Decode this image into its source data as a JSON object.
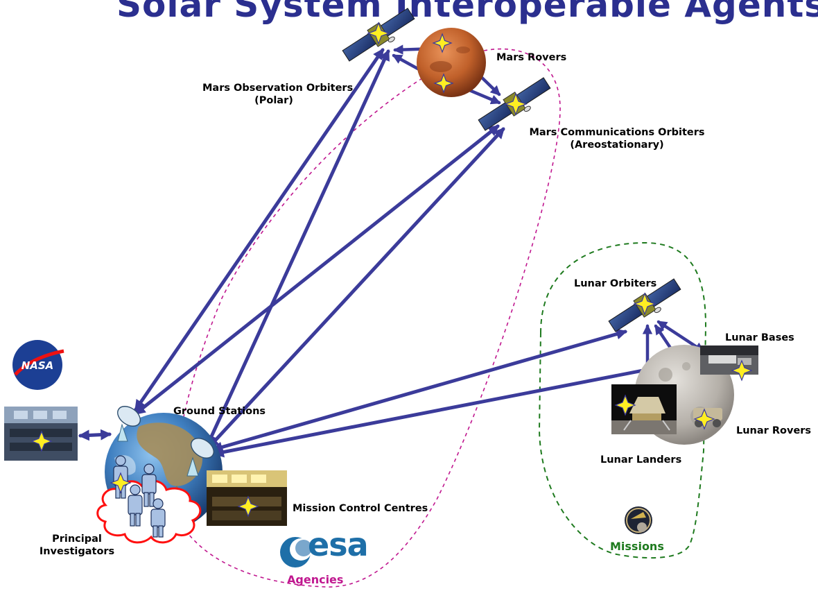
{
  "title": "Solar System Interoperable Agents",
  "labels": {
    "mars_rovers": "Mars Rovers",
    "mars_obs_orbiters_line1": "Mars Observation Orbiters",
    "mars_obs_orbiters_line2": "(Polar)",
    "mars_comm_orbiters_line1": "Mars Communications Orbiters",
    "mars_comm_orbiters_line2": "(Areostationary)",
    "lunar_orbiters": "Lunar Orbiters",
    "lunar_bases": "Lunar Bases",
    "lunar_rovers": "Lunar Rovers",
    "lunar_landers": "Lunar Landers",
    "ground_stations": "Ground Stations",
    "mission_control": "Mission Control Centres",
    "pi_line1": "Principal",
    "pi_line2": "Investigators",
    "agencies": "Agencies",
    "missions": "Missions"
  },
  "logos": {
    "nasa": "NASA",
    "esa": "esa",
    "apollo": "APOLLO 11"
  },
  "colors": {
    "arrow": "#3b3b9a",
    "agencies": "#c0178f",
    "missions": "#1e7a1e",
    "title": "#2b2f8f",
    "mars": "#c0602a",
    "star": "#ffee22"
  }
}
